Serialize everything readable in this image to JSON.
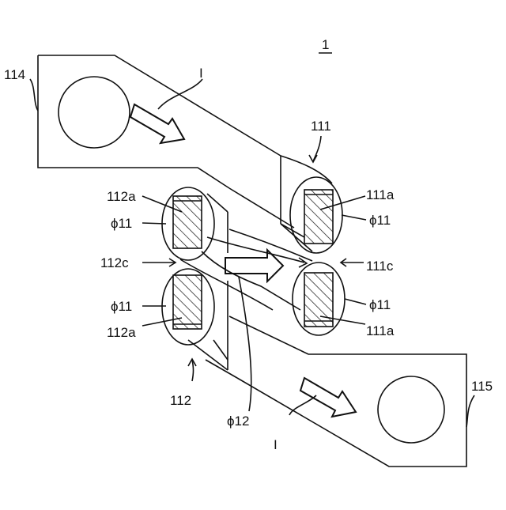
{
  "figure": {
    "number_label": "1",
    "labels": {
      "terminal_left": "114",
      "terminal_right": "115",
      "current_top": "I",
      "current_bottom": "I",
      "section_111": "111",
      "section_112": "112",
      "part_112a_top": "112a",
      "part_112a_bottom": "112a",
      "part_111a_top": "111a",
      "part_111a_bottom": "111a",
      "part_112c": "112c",
      "part_111c": "111c",
      "phi11_left_top": "ϕ11",
      "phi11_left_bottom": "ϕ11",
      "phi11_right_top": "ϕ11",
      "phi11_right_bottom": "ϕ11",
      "phi12": "ϕ12"
    },
    "colors": {
      "line": "#111111",
      "background": "#ffffff"
    }
  }
}
